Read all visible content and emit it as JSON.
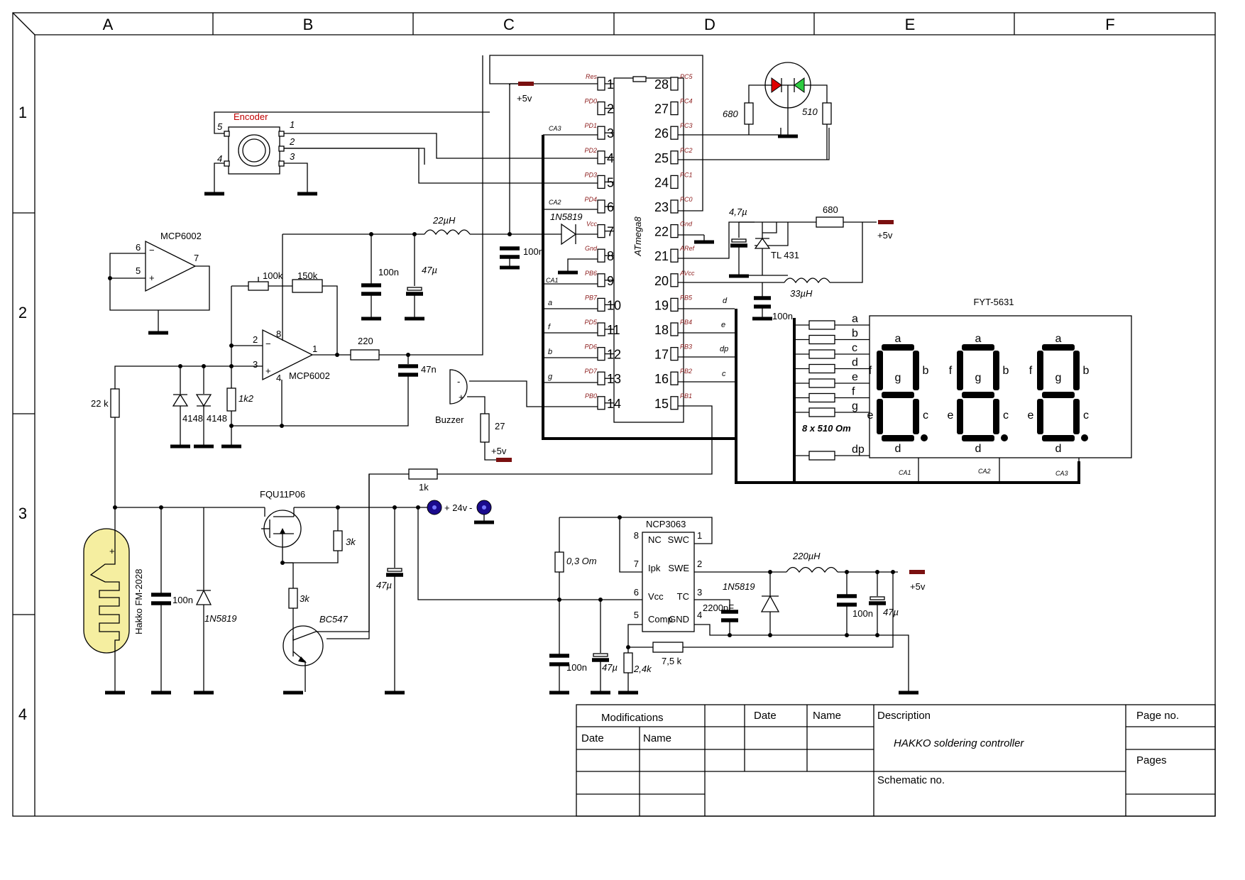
{
  "frame": {
    "columns": [
      "A",
      "B",
      "C",
      "D",
      "E",
      "F"
    ],
    "rows": [
      "1",
      "2",
      "3",
      "4"
    ]
  },
  "components": {
    "encoder": {
      "label": "Encoder",
      "pins": [
        "5",
        "1",
        "2",
        "4",
        "3"
      ]
    },
    "mcu": {
      "label": "ATmega8",
      "left_pins": [
        {
          "num": "1",
          "name": "Res"
        },
        {
          "num": "2",
          "name": "PD0"
        },
        {
          "num": "3",
          "name": "PD1"
        },
        {
          "num": "4",
          "name": "PD2"
        },
        {
          "num": "5",
          "name": "PD3"
        },
        {
          "num": "6",
          "name": "PD4"
        },
        {
          "num": "7",
          "name": "Vcc"
        },
        {
          "num": "8",
          "name": "Gnd"
        },
        {
          "num": "9",
          "name": "PB6"
        },
        {
          "num": "10",
          "name": "PB7"
        },
        {
          "num": "11",
          "name": "PD5"
        },
        {
          "num": "12",
          "name": "PD6"
        },
        {
          "num": "13",
          "name": "PD7"
        },
        {
          "num": "14",
          "name": "PB0"
        }
      ],
      "right_pins": [
        {
          "num": "28",
          "name": "PC5"
        },
        {
          "num": "27",
          "name": "PC4"
        },
        {
          "num": "26",
          "name": "PC3"
        },
        {
          "num": "25",
          "name": "PC2"
        },
        {
          "num": "24",
          "name": "PC1"
        },
        {
          "num": "23",
          "name": "PC0"
        },
        {
          "num": "22",
          "name": "Gnd"
        },
        {
          "num": "21",
          "name": "ARef"
        },
        {
          "num": "20",
          "name": "AVcc"
        },
        {
          "num": "19",
          "name": "PB5"
        },
        {
          "num": "18",
          "name": "PB4"
        },
        {
          "num": "17",
          "name": "PB3"
        },
        {
          "num": "16",
          "name": "PB2"
        },
        {
          "num": "15",
          "name": "PB1"
        }
      ],
      "left_nets": [
        "CA3",
        "CA2",
        "CA1",
        "a",
        "f",
        "b",
        "g"
      ],
      "right_nets": [
        "d",
        "e",
        "dp",
        "c"
      ]
    },
    "opamp_ref": {
      "label": "MCP6002",
      "pins": [
        "6",
        "5",
        "7"
      ]
    },
    "opamp_main": {
      "label": "MCP6002",
      "pins": [
        "2",
        "3",
        "8",
        "1",
        "4"
      ]
    },
    "display": {
      "label": "FYT-5631",
      "segments": [
        "a",
        "b",
        "c",
        "d",
        "e",
        "f",
        "g",
        "dp"
      ],
      "res_label": "8 x 510 Om",
      "commons": [
        "CA1",
        "CA2",
        "CA3"
      ]
    },
    "buzzer": {
      "label": "Buzzer",
      "res": "27",
      "minus": "-",
      "plus": "+"
    },
    "hakko": {
      "label": "Hakko FM-2028",
      "plus": "+"
    },
    "mosfet": {
      "label": "FQU11P06"
    },
    "transistor": {
      "label": "BC547"
    },
    "regulator": {
      "label": "NCP3063",
      "pins": [
        {
          "num": "8",
          "name": "NC"
        },
        {
          "num": "7",
          "name": "Ipk"
        },
        {
          "num": "6",
          "name": "Vcc"
        },
        {
          "num": "5",
          "name": "Comp"
        },
        {
          "num": "1",
          "name": "SWC"
        },
        {
          "num": "2",
          "name": "SWE"
        },
        {
          "num": "3",
          "name": "TC"
        },
        {
          "num": "4",
          "name": "GND"
        }
      ]
    },
    "vref": {
      "label": "TL 431"
    },
    "values": {
      "plus5v": "+5v",
      "plus24v": "+ 24v",
      "minus": "-",
      "r680_led": "680",
      "r510_led": "510",
      "r680_ref": "680",
      "c4_7u": "4,7µ",
      "l33u": "33µH",
      "c100n_avcc": "100n",
      "l22u": "22µH",
      "d1n5819_vcc": "1N5819",
      "c100n_vcc": "100n",
      "c100n_pwr": "100n",
      "c47u_pwr": "47µ",
      "r100k": "100k",
      "r150k": "150k",
      "r220": "220",
      "c47n": "47n",
      "r1k2": "1k2",
      "r22k": "22 k",
      "d4148a": "4148",
      "d4148b": "4148",
      "r1k": "1k",
      "c100n_hakko": "100n",
      "d1n5819_hakko": "1N5819",
      "r3k_a": "3k",
      "r3k_b": "3k",
      "c47u_24": "47µ",
      "r0_3": "0,3 Om",
      "c100n_reg": "100n",
      "c47u_reg": "47µ",
      "r2_4k": "2,4k",
      "r7_5k": "7,5 k",
      "c2200p": "2200pF",
      "d1n5819_reg": "1N5819",
      "l220u": "220µH",
      "c100n_out": "100n",
      "c47u_out": "47µ"
    }
  },
  "title_block": {
    "modifications": "Modifications",
    "date": "Date",
    "name": "Name",
    "date2": "Date",
    "name2": "Name",
    "description": "Description",
    "title": "HAKKO soldering controller",
    "schematic_no": "Schematic no.",
    "page_no": "Page no.",
    "pages": "Pages"
  }
}
